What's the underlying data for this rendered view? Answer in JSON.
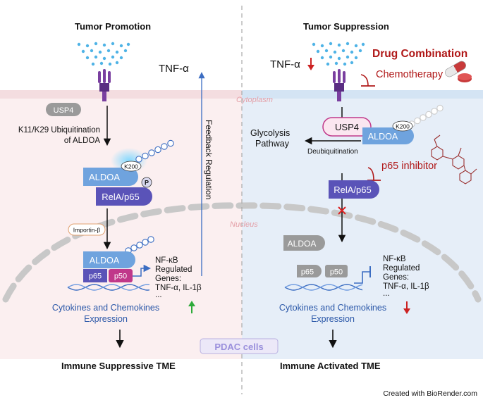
{
  "left": {
    "title": "Tumor Promotion",
    "tnf": "TNF-α",
    "usp4": "USP4",
    "ubiq_line1": "K11/K29 Ubiquitination",
    "ubiq_line2": "of ALDOA",
    "k200": "K200",
    "aldoa": "ALDOA",
    "phospho": "P",
    "rela": "RelA/p65",
    "importin": "Importin-β",
    "p65": "p65",
    "p50": "p50",
    "nfkb_lines": [
      "NF-κB",
      "Regulated",
      "Genes:",
      "TNF-α, IL-1β",
      "..."
    ],
    "feedback": "Feedback Regulation",
    "expr_line1": "Cytokines and Chemokines",
    "expr_line2": "Expression",
    "outcome": "Immune Suppressive TME"
  },
  "right": {
    "title": "Tumor Suppression",
    "tnf": "TNF-α",
    "drug_combination": "Drug Combination",
    "chemotherapy": "Chemotherapy",
    "glycolysis_line1": "Glycolysis",
    "glycolysis_line2": "Pathway",
    "usp4": "USP4",
    "k200": "K200",
    "aldoa": "ALDOA",
    "deubiq": "Deubiquitination",
    "p65_inhibitor": "p65 inhibitor",
    "rela": "RelA/p65",
    "aldoa_nuclear": "ALDOA",
    "p65": "p65",
    "p50": "p50",
    "nfkb_lines": [
      "NF-κB",
      "Regulated",
      "Genes:",
      "TNF-α, IL-1β",
      "..."
    ],
    "expr_line1": "Cytokines and Chemokines",
    "expr_line2": "Expression",
    "outcome": "Immune Activated TME"
  },
  "cytoplasm_label": "Cytoplasm",
  "nucleus_label": "Nucleus",
  "pdac_label": "PDAC cells",
  "credit": "Created with BioRender.com",
  "colors": {
    "left_bg": "#fbeff0",
    "right_bg": "#e6eef8",
    "aldoa": "#6fa3de",
    "rela": "#5a53b8",
    "drug_red": "#b01818",
    "usp4_grey": "#9a9a9a",
    "text_blue": "#2a57a8"
  }
}
